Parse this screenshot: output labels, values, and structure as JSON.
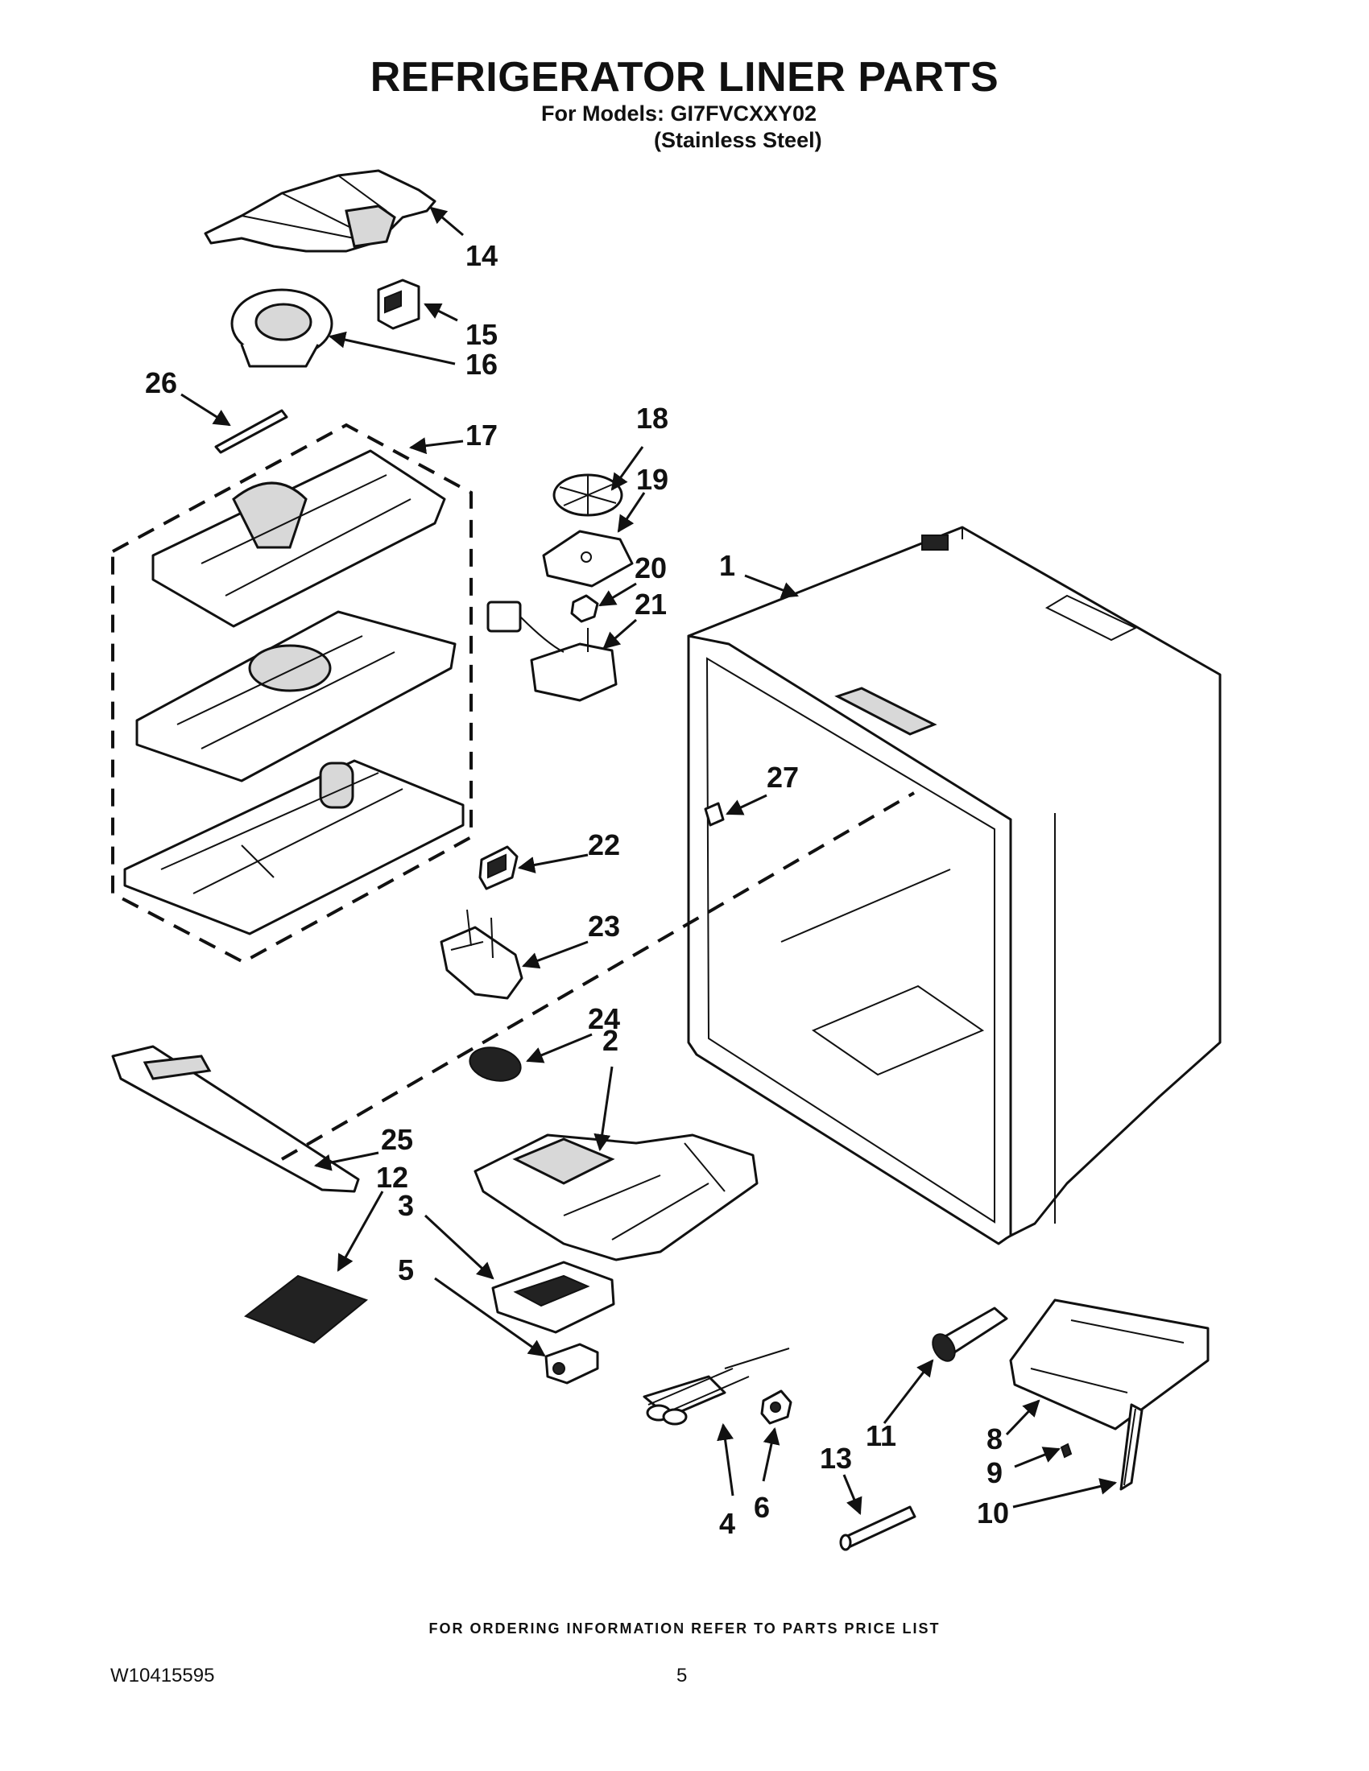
{
  "header": {
    "title": "REFRIGERATOR LINER PARTS",
    "models_line": "For Models: GI7FVCXXY02",
    "finish_line": "(Stainless Steel)"
  },
  "callouts": [
    "1",
    "2",
    "3",
    "4",
    "5",
    "6",
    "8",
    "9",
    "10",
    "11",
    "12",
    "13",
    "14",
    "15",
    "16",
    "17",
    "18",
    "19",
    "20",
    "21",
    "22",
    "23",
    "24",
    "25",
    "26",
    "27"
  ],
  "footer": {
    "ordering_note": "FOR ORDERING INFORMATION REFER TO PARTS PRICE LIST",
    "doc_number": "W10415595",
    "page_number": "5"
  }
}
